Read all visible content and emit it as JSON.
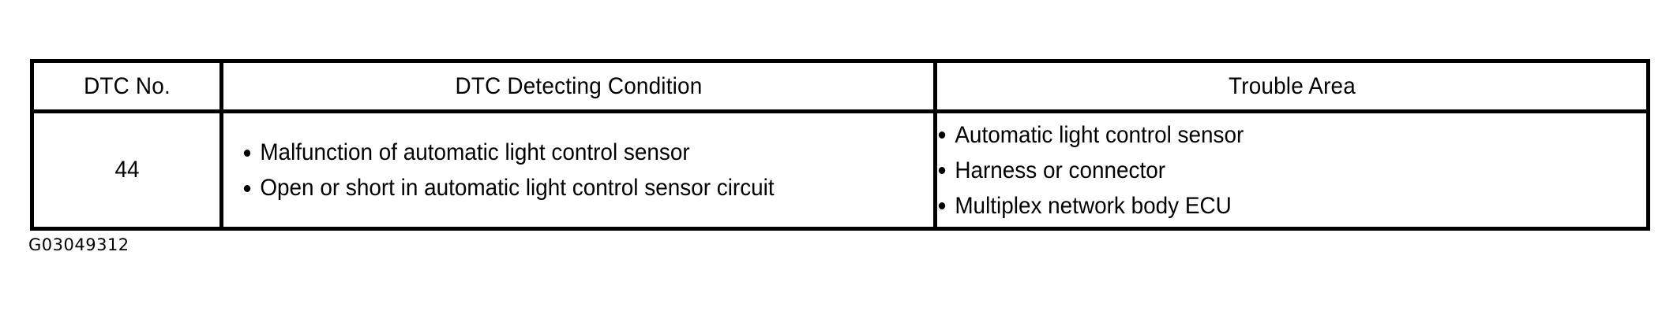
{
  "document": {
    "background_color": "#ffffff",
    "text_color": "#000000",
    "border_color": "#000000"
  },
  "dtc_table": {
    "headers": {
      "dtc_no": "DTC No.",
      "detecting_condition": "DTC Detecting Condition",
      "trouble_area": "Trouble Area"
    },
    "rows": [
      {
        "dtc_no": "44",
        "detecting_condition": [
          "Malfunction of automatic light control sensor",
          "Open or short in automatic light control sensor circuit"
        ],
        "trouble_area": [
          "Automatic light control sensor",
          "Harness or connector",
          "Multiplex network body ECU"
        ]
      }
    ]
  },
  "figure_caption": "G03049312"
}
